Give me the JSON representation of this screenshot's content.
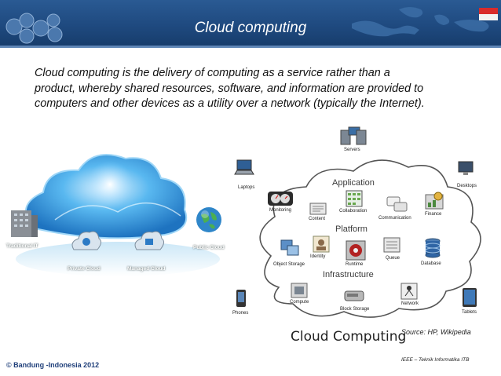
{
  "header": {
    "title": "Cloud computing"
  },
  "intro": {
    "lines": [
      "Cloud computing is the delivery of computing as a service rather than a",
      "product, whereby shared resources, software, and information are provided to",
      "computers and other devices as a utility  over a network (typically the Internet)."
    ]
  },
  "left_diagram": {
    "traditional": "Traditional IT",
    "private_cloud": "Private Cloud",
    "managed_cloud": "Managed Cloud",
    "public_cloud": "Public Cloud"
  },
  "right_diagram": {
    "servers": "Servers",
    "laptops": "Laptops",
    "desktops": "Desktops",
    "phones": "Phones",
    "tablets": "Tablets",
    "tiers": {
      "application": "Application",
      "platform": "Platform",
      "infrastructure": "Infrastructure"
    },
    "items": {
      "monitoring": "Monitoring",
      "content": "Content",
      "collaboration": "Collaboration",
      "communication": "Communication",
      "finance": "Finance",
      "object_storage": "Object Storage",
      "identity": "Identity",
      "runtime": "Runtime",
      "queue": "Queue",
      "database": "Database",
      "compute": "Compute",
      "block_storage": "Block Storage",
      "network": "Network"
    },
    "caption": "Cloud Computing"
  },
  "source": "Source: HP, Wikipedia",
  "footer": {
    "left": "© Bandung -Indonesia 2012",
    "right": "IEEE – Teknik Informatika ITB"
  },
  "colors": {
    "header": "#1f4a80",
    "cloud": "#2f9be0",
    "footer": "#1f3f7a"
  }
}
